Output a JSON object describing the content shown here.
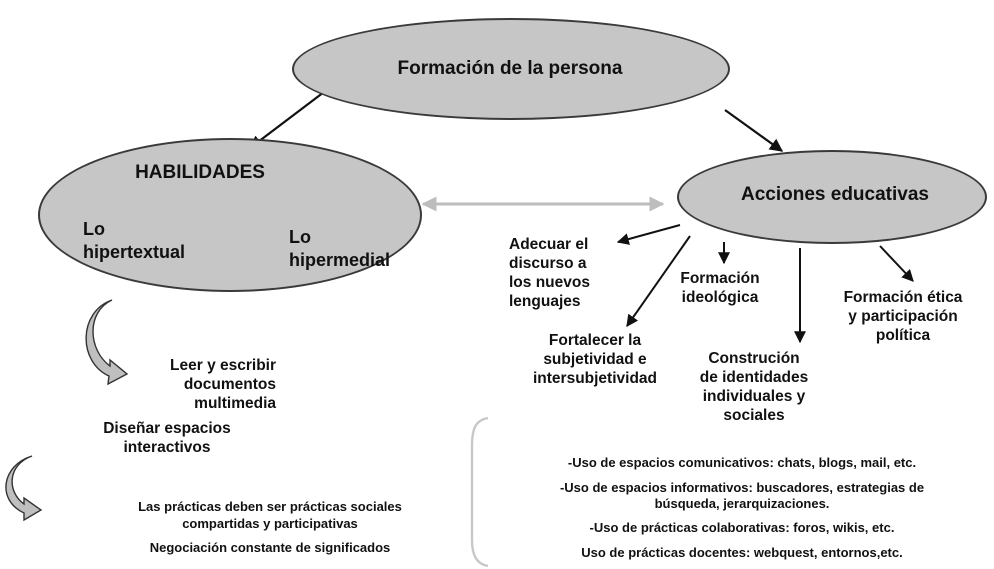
{
  "nodes": {
    "root": "Formación de la persona",
    "habilidades": "HABILIDADES",
    "hipertextual": "Lo\nhipertextual",
    "hipermedial": "Lo\nhipermedial",
    "acciones": "Acciones educativas"
  },
  "acciones_items": {
    "adecuar": "Adecuar el\ndiscurso a\nlos nuevos\nlenguajes",
    "ideologica": "Formación\nideológica",
    "etica": "Formación ética\ny participación\npolítica",
    "fortalecer": "Fortalecer la\nsubjetividad e\nintersubjetividad",
    "construcion": "Construción\nde identidades\nindividuales y\nsociales"
  },
  "left_notes": {
    "leer": "Leer y escribir\ndocumentos\nmultimedia",
    "disenar": "Diseñar espacios\ninteractivos",
    "practicas": "Las prácticas deben ser prácticas sociales\ncompartidas y participativas",
    "negociacion": "Negociación constante de significados"
  },
  "uses": [
    "-Uso de espacios comunicativos: chats, blogs, mail, etc.",
    "-Uso de espacios informativos: buscadores, estrategias de\nbúsqueda, jerarquizaciones.",
    "-Uso de prácticas colaborativas: foros, wikis, etc.",
    "Uso de prácticas docentes: webquest, entornos,etc."
  ],
  "colors": {
    "ellipse_fill": "#c6c6c6",
    "ellipse_stroke": "#3a3a3a",
    "arrow": "#111111",
    "double_arrow": "#bdbdbd",
    "curved_arrow_fill": "#bfbfbf"
  }
}
